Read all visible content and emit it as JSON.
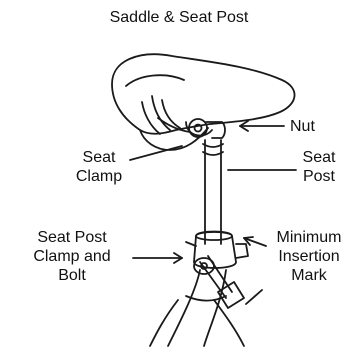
{
  "title": "Saddle & Seat Post",
  "labels": {
    "nut": "Nut",
    "seat_clamp": [
      "Seat",
      "Clamp"
    ],
    "seat_post": [
      "Seat",
      "Post"
    ],
    "seat_post_clamp_and_bolt": [
      "Seat Post",
      "Clamp and",
      "Bolt"
    ],
    "minimum_insertion_mark": [
      "Minimum",
      "Insertion",
      "Mark"
    ]
  },
  "colors": {
    "line": "#1a1a1a",
    "background": "#ffffff"
  }
}
